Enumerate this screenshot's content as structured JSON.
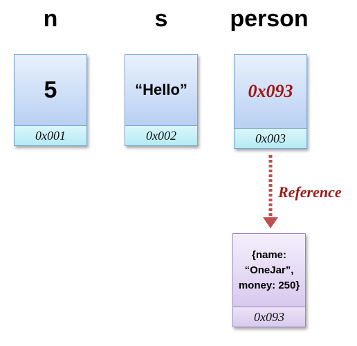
{
  "variables": [
    {
      "name": "n",
      "value": "5",
      "address": "0x001"
    },
    {
      "name": "s",
      "value": "“Hello”",
      "address": "0x002"
    },
    {
      "name": "person",
      "value": "0x093",
      "address": "0x003"
    }
  ],
  "reference": {
    "label": "Reference",
    "color": "#a11616"
  },
  "heap_object": {
    "lines": [
      "{name:",
      "“OneJar”,",
      "money: 250}"
    ],
    "address": "0x093"
  }
}
